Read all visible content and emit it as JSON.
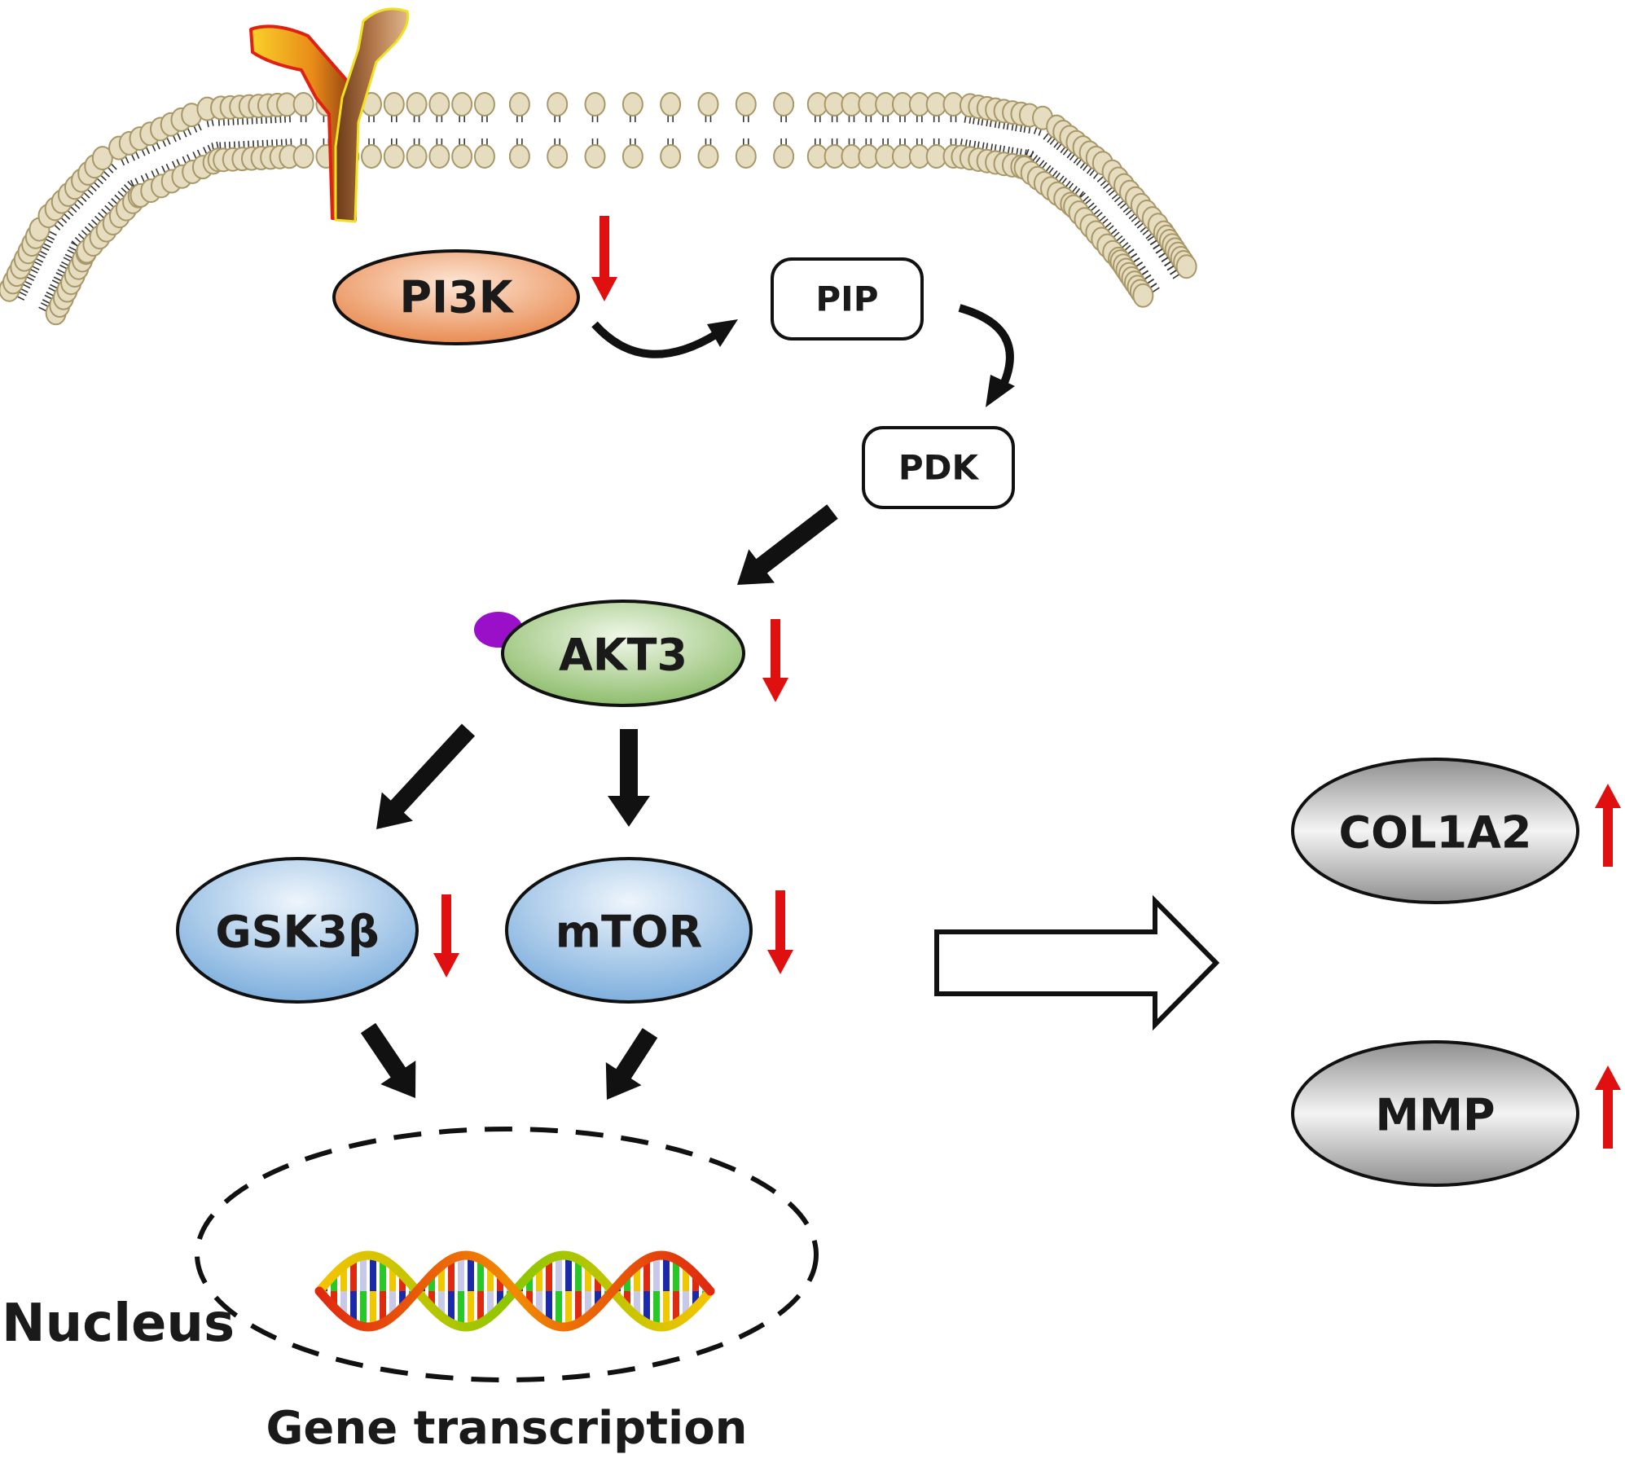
{
  "nodes": {
    "pi3k": "PI3K",
    "pip": "PIP",
    "pdk": "PDK",
    "akt3": "AKT3",
    "gsk3b": "GSK3β",
    "mtor": "mTOR",
    "col1a2": "COL1A2",
    "mmp": "MMP"
  },
  "labels": {
    "nucleus": "Nucleus",
    "gene_transcription": "Gene transcription"
  },
  "regulation": {
    "pi3k": "down",
    "akt3": "down",
    "gsk3b": "down",
    "mtor": "down",
    "col1a2": "up",
    "mmp": "up"
  },
  "colors": {
    "pi3k": "#f0a070",
    "akt3": "#a9cf8a",
    "gsk3b_mtor": "#9cc3e6",
    "outputs": "#a0a0a0",
    "regulation_arrow": "#e01010",
    "phospho_dot": "#9a10c8",
    "receptor_left": "#f1a820",
    "receptor_right": "#c8946a",
    "membrane_head": "#e6dcc0"
  },
  "icons": [
    "receptor-icon",
    "dna-helix-icon",
    "phosphate-dot-icon"
  ]
}
